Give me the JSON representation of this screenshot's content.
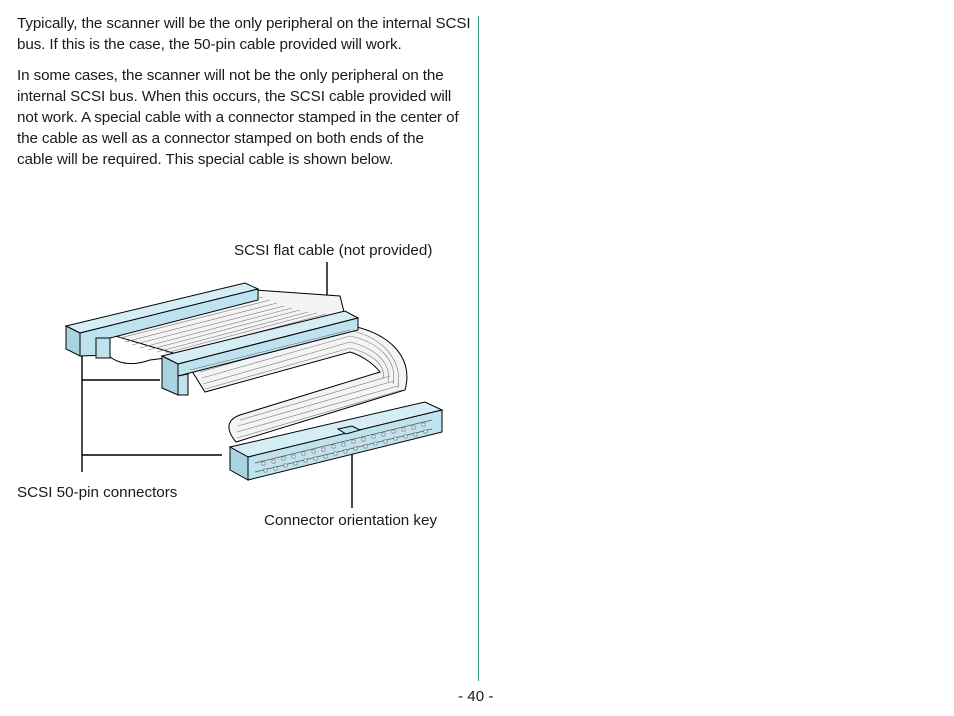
{
  "body": {
    "paragraph_1": "Typically, the scanner will be the only peripheral on the internal SCSI bus.  If this is the case, the 50-pin cable provided will work.",
    "paragraph_2": "In some cases, the scanner will not be the only peripheral on the internal SCSI bus.  When this occurs, the SCSI cable provided will not work.  A special cable with a connector stamped in the center of the cable as well as a connector stamped on both ends of the cable will be required.  This special cable is shown below."
  },
  "figure": {
    "callout_cable": "SCSI flat cable (not provided)",
    "callout_connectors": "SCSI 50-pin connectors",
    "callout_key": "Connector orientation key"
  },
  "footer": {
    "page_number": "- 40 -"
  },
  "colors": {
    "connector_fill": "#bfe3ee",
    "rule": "#2fa36b"
  }
}
